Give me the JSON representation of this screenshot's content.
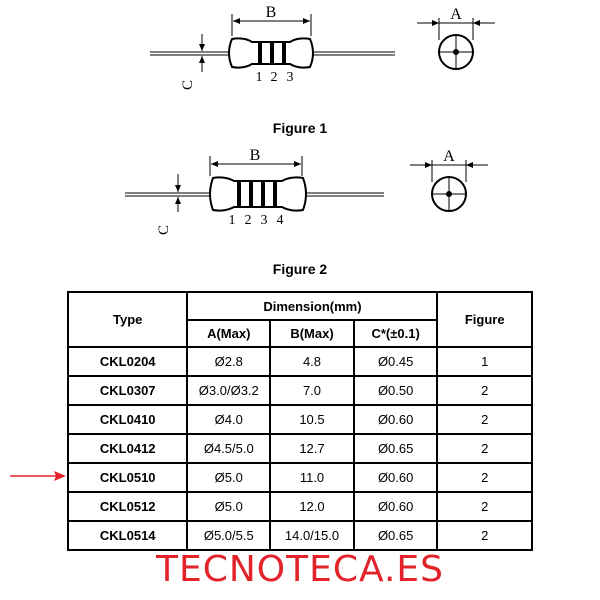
{
  "figure1": {
    "caption": "Figure 1",
    "dim_b": "B",
    "dim_c": "C",
    "dim_a": "A",
    "band_numbers": [
      "1",
      "2",
      "3"
    ]
  },
  "figure2": {
    "caption": "Figure 2",
    "dim_b": "B",
    "dim_c": "C",
    "dim_a": "A",
    "band_numbers": [
      "1",
      "2",
      "3",
      "4"
    ]
  },
  "table": {
    "header": {
      "type": "Type",
      "dimension": "Dimension(mm)",
      "a": "A(Max)",
      "b": "B(Max)",
      "c": "C*(±0.1)",
      "figure": "Figure"
    },
    "rows": [
      {
        "type": "CKL0204",
        "a": "Ø2.8",
        "b": "4.8",
        "c": "Ø0.45",
        "figure": "1"
      },
      {
        "type": "CKL0307",
        "a": "Ø3.0/Ø3.2",
        "b": "7.0",
        "c": "Ø0.50",
        "figure": "2"
      },
      {
        "type": "CKL0410",
        "a": "Ø4.0",
        "b": "10.5",
        "c": "Ø0.60",
        "figure": "2"
      },
      {
        "type": "CKL0412",
        "a": "Ø4.5/5.0",
        "b": "12.7",
        "c": "Ø0.65",
        "figure": "2"
      },
      {
        "type": "CKL0510",
        "a": "Ø5.0",
        "b": "11.0",
        "c": "Ø0.60",
        "figure": "2"
      },
      {
        "type": "CKL0512",
        "a": "Ø5.0",
        "b": "12.0",
        "c": "Ø0.60",
        "figure": "2"
      },
      {
        "type": "CKL0514",
        "a": "Ø5.0/5.5",
        "b": "14.0/15.0",
        "c": "Ø0.65",
        "figure": "2"
      }
    ],
    "highlighted_row": "CKL0510"
  },
  "marker": {
    "icon": "right-arrow-icon",
    "color": "#e3222a"
  },
  "brand": {
    "text": "TECNOTECA.ES",
    "color": "#e3222a"
  }
}
